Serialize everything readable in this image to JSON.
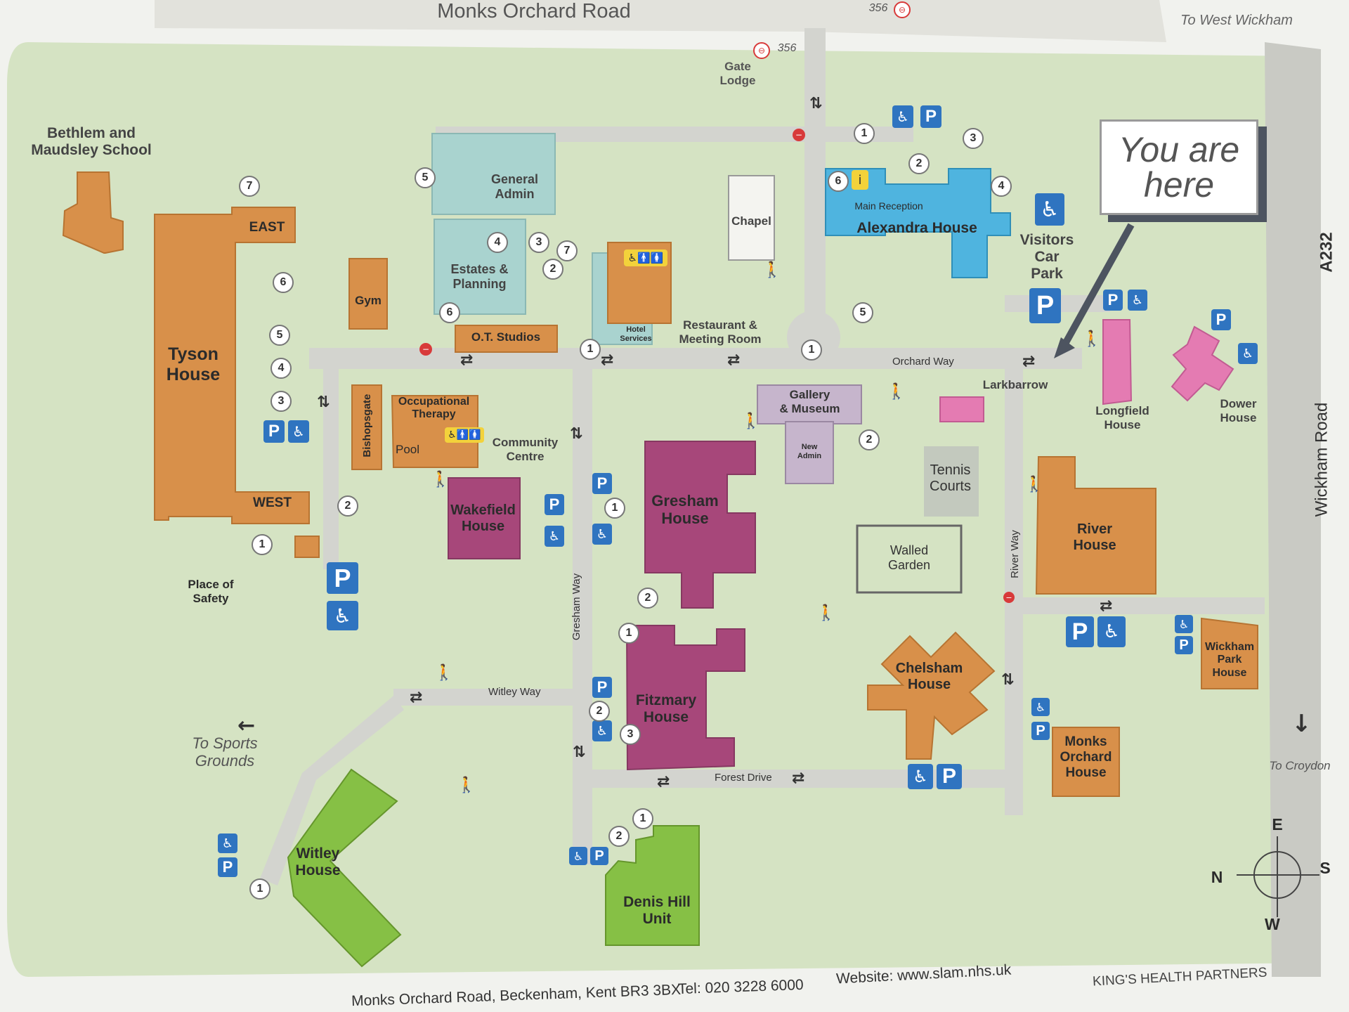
{
  "map_title_road": "Monks Orchard Road",
  "bus_top": "356",
  "bus_top2": "356",
  "to_west_wickham": "To West Wickham",
  "school": "Bethlem and\nMaudsley School",
  "you_are_here": "You are\nhere",
  "roads": {
    "a232": "A232",
    "wickham_road": "Wickham Road",
    "orchard_way": "Orchard Way",
    "gresham_way": "Gresham Way",
    "river_way": "River Way",
    "witley_way": "Witley Way",
    "forest_drive": "Forest Drive"
  },
  "directions": {
    "to_sports_grounds": "To Sports\nGrounds",
    "to_croydon": "To Croydon"
  },
  "buildings": {
    "gate_lodge": "Gate\nLodge",
    "tyson_house": "Tyson\nHouse",
    "tyson_east": "EAST",
    "tyson_west": "WEST",
    "gym": "Gym",
    "general_admin": "General\nAdmin",
    "estates_planning": "Estates &\nPlanning",
    "ot_studios": "O.T. Studios",
    "hotel_services": "Hotel\nServices",
    "restaurant": "Restaurant &\nMeeting Room",
    "chapel": "Chapel",
    "main_reception": "Main Reception",
    "alexandra_house": "Alexandra House",
    "visitors_car_park": "Visitors\nCar\nPark",
    "bishopsgate": "Bishopsgate",
    "occupational_therapy": "Occupational\nTherapy",
    "pool": "Pool",
    "community_centre": "Community\nCentre",
    "gallery_museum": "Gallery\n& Museum",
    "new_admin": "New\nAdmin",
    "larkbarrow": "Larkbarrow",
    "longfield_house": "Longfield\nHouse",
    "dower_house": "Dower\nHouse",
    "wakefield_house": "Wakefield\nHouse",
    "gresham_house": "Gresham\nHouse",
    "tennis_courts": "Tennis\nCourts",
    "walled_garden": "Walled\nGarden",
    "river_house": "River\nHouse",
    "place_of_safety": "Place of\nSafety",
    "fitzmary_house": "Fitzmary\nHouse",
    "chelsham_house": "Chelsham\nHouse",
    "wickham_park_house": "Wickham\nPark\nHouse",
    "monks_orchard_house": "Monks\nOrchard\nHouse",
    "witley_house": "Witley\nHouse",
    "denis_hill_unit": "Denis Hill\nUnit"
  },
  "compass": {
    "e": "E",
    "s": "S",
    "w": "W",
    "n": "N"
  },
  "footer": {
    "address": "Monks Orchard Road, Beckenham, Kent BR3 3BX",
    "tel": "Tel: 020 3228 6000",
    "website": "Website: www.slam.nhs.uk",
    "partners": "KING'S HEALTH PARTNERS"
  },
  "colors": {
    "orange": "#d8904a",
    "teal": "#a9d3cf",
    "blue": "#4fb4df",
    "purple": "#a7477a",
    "pink": "#e47bb2",
    "green": "#86c045",
    "grass": "#d5e3c3",
    "road": "#d3d4cf",
    "parking": "#2f74c0"
  },
  "icons": [
    "parking-icon",
    "wheelchair-icon",
    "bus-stop-icon",
    "pedestrian-icon",
    "toilet-icon",
    "info-icon",
    "no-entry-icon",
    "two-way-arrow-icon",
    "compass-icon"
  ]
}
